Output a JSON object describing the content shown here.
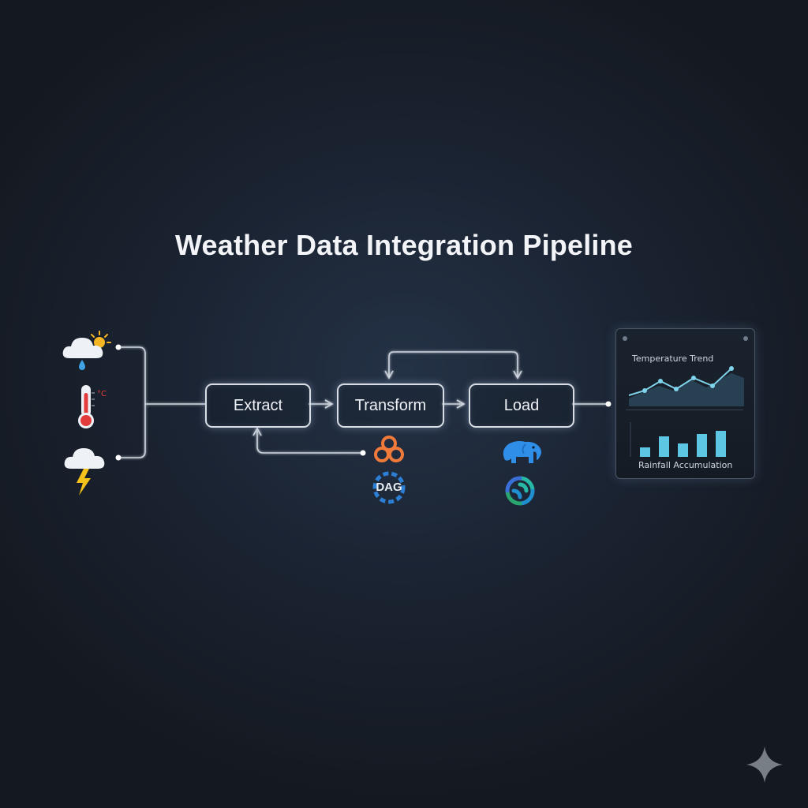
{
  "title": "Weather Data Integration Pipeline",
  "stages": [
    {
      "label": "Extract"
    },
    {
      "label": "Transform"
    },
    {
      "label": "Load"
    }
  ],
  "sources": [
    "cloud-rain-sun-icon",
    "thermometer-icon",
    "storm-cloud-icon"
  ],
  "thermometer_unit": "°C",
  "tools": {
    "transform": [
      "airflow-icon",
      "dag-icon"
    ],
    "dag_label": "DAG",
    "load": [
      "postgres-elephant-icon",
      "swirl-icon"
    ]
  },
  "dashboard": {
    "line_title": "Temperature Trend",
    "bar_caption": "Rainfall Accumulation"
  },
  "colors": {
    "line": "#7fd3ea",
    "bars": "#5cc6e3",
    "airflow_orange": "#f07a3a",
    "elephant_blue": "#2f8fe8",
    "thermometer_red": "#e23b3b",
    "bolt_yellow": "#f5c21b"
  }
}
